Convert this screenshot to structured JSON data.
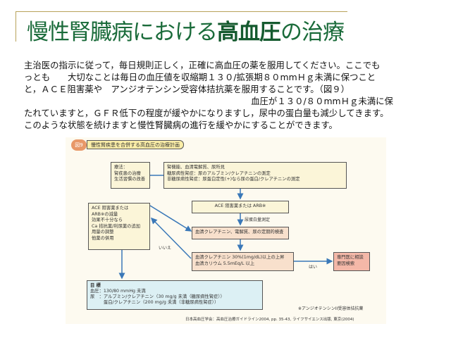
{
  "slide": {
    "title_pre": "慢性腎臓病における",
    "title_bold": "高血圧",
    "title_post": "の治療",
    "body_lines": [
      "主治医の指示に従って，毎日規則正しく，正確に高血圧の薬を服用してください。ここでも",
      "っとも　　大切なことは毎日の血圧値を収縮期１３０/拡張期８０mmＨｇ未満に保つこと",
      "と，ＡＣＥ阻害薬や　アンジオテンシン受容体拮抗薬を服用することです。（図９）",
      "　　　　　　　　　　　　　　　　　　　　　　　　　　血圧が１３０/８０mmＨｇ未満に保",
      "たれていますと，ＧＦＲ低下の程度が緩やかになりますし，尿中の蛋白量も減少してきます。",
      "このような状態を続けますと慢性腎臓病の進行を緩やかにすることができます。"
    ]
  },
  "figure": {
    "badge": "図9",
    "title": "慢性腎疾患を合併する高血圧の治療計画",
    "box_therapy": "療法：\n腎疾患の治療\n生活習慣の改善",
    "box_assess": "腎機能、血清電解質、尿所見\n糖尿病性腎症：尿のアルブミン/クレアチニンの測定\n非糖尿病性腎症：尿蛋白定性(+)なら尿の蛋白/クレアチニンの測定",
    "box_ace": "ACE 阻害薬または ARB※",
    "label_measure": "尿蛋白量測定",
    "box_left": "ACE 阻害薬または\nARB※の減量\n効果不十分なら\nCa 拮抗薬/利尿薬の追加\n用量の調整\n他薬の併用",
    "box_monitor": "血清クレアチニン、電解質、尿の定期的検査",
    "box_rise": "血清クレアチニン 30%(1mg/dL)以上の上昇\n血清カリウム 5.5mEq/L 以上",
    "label_no": "いいえ",
    "label_yes": "はい",
    "box_refer": "専門医に相談\n要因検索",
    "goal_title": "目 標",
    "goal_lines": "血圧：130/80 mmHg 未満\n尿　：アルブミン/クレアチニン（30 mg/g 未満（糖尿病性腎症））\n　　　蛋白/クレアチニン（200 mg/g 未満（非糖尿病性腎症））",
    "note": "※アンジオテンシンII受容体拮抗薬",
    "citation": "日本高血圧学会：高血圧治療ガイドライン2004, pp. 35-43, ライフサイエンス出版, 東京(2004)"
  },
  "colors": {
    "title": "#1a6b3a",
    "rule": "#b8a25a"
  }
}
